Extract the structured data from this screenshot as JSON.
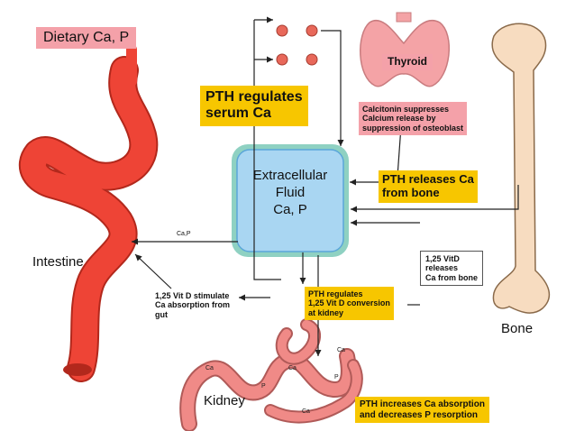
{
  "labels": {
    "dietary": "Dietary Ca, P",
    "pth_serum": [
      "PTH regulates",
      "serum Ca"
    ],
    "thyroid": "Thyroid",
    "calcitonin": [
      "Calcitonin suppresses",
      "Calcium release by",
      "suppression of osteoblast"
    ],
    "ecf": [
      "Extracellular",
      "Fluid",
      "Ca, P"
    ],
    "pth_bone": [
      "PTH releases Ca",
      "from bone"
    ],
    "intestine": "Intestine",
    "capd": "Ca,P",
    "vitd_bone": [
      "1,25 VitD",
      "releases",
      "Ca from bone"
    ],
    "vitd_gut": [
      "1,25 Vit D stimulate",
      "Ca absorption from",
      "gut"
    ],
    "pth_vitd": [
      "PTH regulates",
      "1,25 Vit D conversion",
      "at kidney"
    ],
    "bone": "Bone",
    "kidney": "Kidney",
    "pth_kidney": [
      "PTH increases Ca absorption",
      "and decreases P resorption"
    ],
    "kidney_marks": [
      "Ca",
      "Ca",
      "Ca",
      "Ca",
      "P",
      "P"
    ]
  },
  "colors": {
    "background": "#ffffff",
    "organ": "#ee4436",
    "organ_outline": "#b2281c",
    "kidney": "#f08a87",
    "bone": "#f7dcc0",
    "thyroid": "#f4a3a6",
    "ecf_fill": "#a9d6f2",
    "ecf_ring": "#6fc4b0",
    "label_pink": "#f4a1a9",
    "label_yellow": "#f7c600"
  },
  "icons": [
    "stomach-intestine",
    "thyroid-gland",
    "femur-bone",
    "kidney-tubule",
    "parathyroid-glands"
  ]
}
